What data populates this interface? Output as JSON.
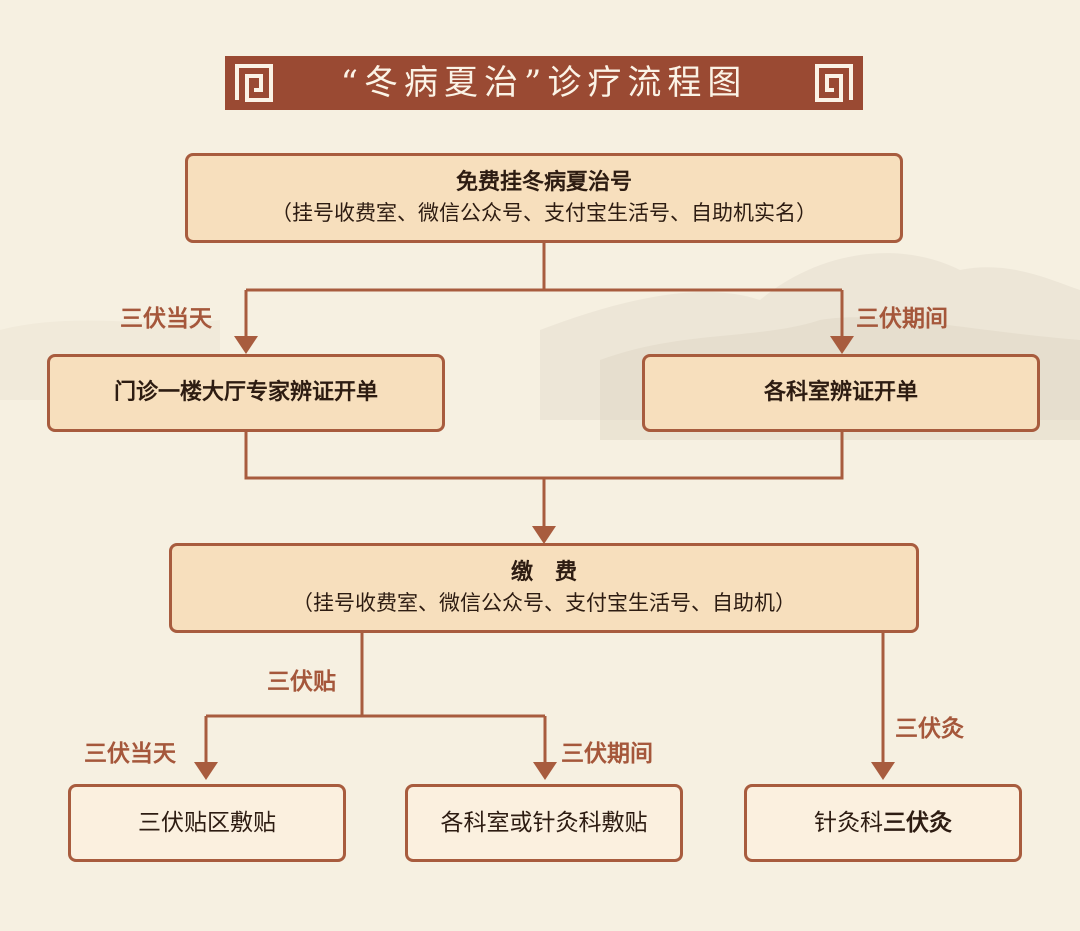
{
  "title": "“冬病夏治”诊疗流程图",
  "colors": {
    "accent": "#9a4a33",
    "box_fill": "#f7dfbd",
    "box_border": "#a85c3e",
    "label": "#a5573b",
    "background": "#f6f0e1"
  },
  "nodes": {
    "register": {
      "main": "免费挂冬病夏治号",
      "sub": "（挂号收费室、微信公众号、支付宝生活号、自助机实名）"
    },
    "outpatient": {
      "main": "门诊一楼大厅专家辨证开单"
    },
    "departments": {
      "main": "各科室辨证开单"
    },
    "payment": {
      "main": "缴　费",
      "sub": "（挂号收费室、微信公众号、支付宝生活号、自助机）"
    },
    "patch_area": {
      "main": "三伏贴区敷贴"
    },
    "dept_patch": {
      "main": "各科室或针灸科敷贴"
    },
    "moxibustion": {
      "main_prefix": "针灸科",
      "main_bold": "三伏灸"
    }
  },
  "edge_labels": {
    "day_of_1": "三伏当天",
    "during_1": "三伏期间",
    "sanfu_tie": "三伏贴",
    "day_of_2": "三伏当天",
    "during_2": "三伏期间",
    "sanfu_jiu": "三伏灸"
  }
}
